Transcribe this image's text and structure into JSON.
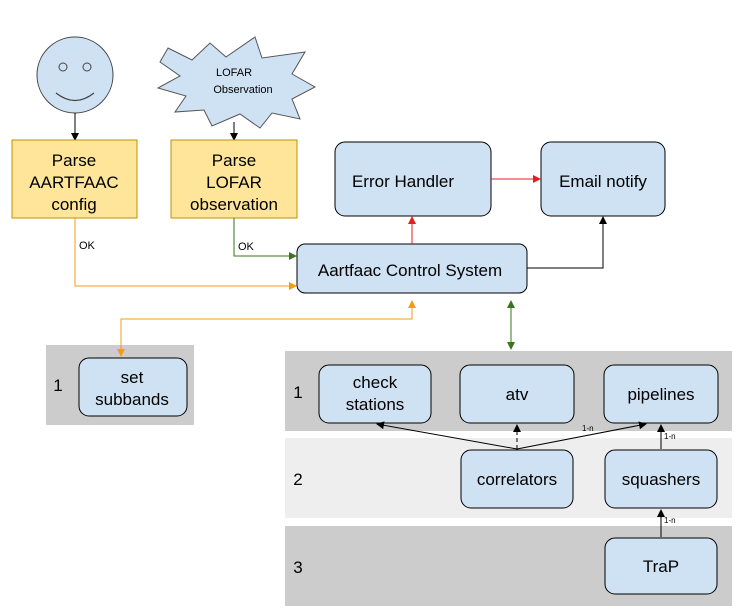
{
  "actors": {
    "user_face": "smiley-face",
    "lofar_observation": {
      "line1": "LOFAR",
      "line2": "Observation"
    }
  },
  "parse_aartfaac": {
    "line1": "Parse",
    "line2": "AARTFAAC",
    "line3": "config"
  },
  "parse_lofar": {
    "line1": "Parse",
    "line2": "LOFAR",
    "line3": "observation"
  },
  "error_handler": "Error Handler",
  "email_notify": "Email notify",
  "control_system": "Aartfaac Control System",
  "edge_labels": {
    "ok_left": "OK",
    "ok_right": "OK",
    "one_to_n_a": "1-n",
    "one_to_n_b": "1-n",
    "one_to_n_c": "1-n"
  },
  "left_panel": {
    "level": "1",
    "set_subbands": {
      "line1": "set",
      "line2": "subbands"
    }
  },
  "tiers": [
    {
      "level": "1"
    },
    {
      "level": "2"
    },
    {
      "level": "3"
    }
  ],
  "nodes": {
    "check_stations": {
      "line1": "check",
      "line2": "stations"
    },
    "atv": "atv",
    "pipelines": "pipelines",
    "correlators": "correlators",
    "squashers": "squashers",
    "trap": "TraP"
  },
  "colors": {
    "yellow_box": "#ffe599",
    "yellow_stroke": "#bf9000",
    "blue_box": "#cfe2f3",
    "orange_line": "#f39c12",
    "green_line": "#38761d",
    "red_line": "#e02020",
    "tier_dark": "#cccccc",
    "tier_light": "#eeeeee"
  }
}
